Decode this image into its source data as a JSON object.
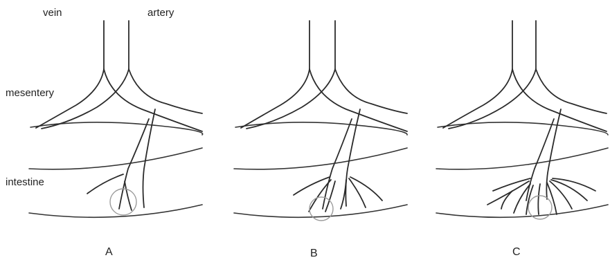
{
  "labels": {
    "vein": "vein",
    "artery": "artery",
    "mesentery": "mesentery",
    "intestine": "intestine"
  },
  "panels": [
    {
      "id": "A",
      "label": "A"
    },
    {
      "id": "B",
      "label": "B"
    },
    {
      "id": "C",
      "label": "C"
    }
  ],
  "colors": {
    "line": "#2b2b2b",
    "highlight_circle": "#9a9a9a",
    "background": "#ffffff"
  }
}
